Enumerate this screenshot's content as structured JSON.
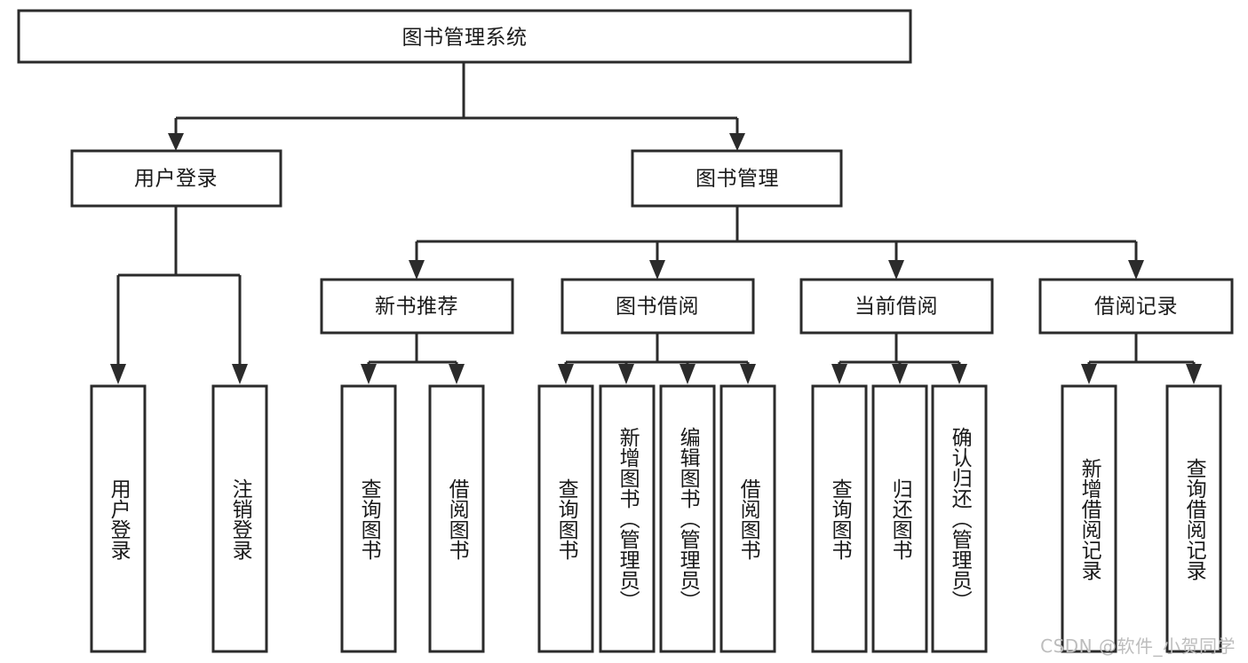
{
  "diagram": {
    "type": "tree-hierarchy",
    "title": "图书管理系统",
    "orientation": "top-down",
    "colors": {
      "box_stroke": "#2b2b2b",
      "box_fill": "#ffffff",
      "text": "#1a1a1a",
      "connector": "#2b2b2b",
      "watermark": "#bdbdbd",
      "background": "#ffffff"
    },
    "root": {
      "label": "图书管理系统",
      "children": [
        {
          "label": "用户登录",
          "children": [
            {
              "label": "用户登录"
            },
            {
              "label": "注销登录"
            }
          ]
        },
        {
          "label": "图书管理",
          "children": [
            {
              "label": "新书推荐",
              "children": [
                {
                  "label": "查询图书"
                },
                {
                  "label": "借阅图书"
                }
              ]
            },
            {
              "label": "图书借阅",
              "children": [
                {
                  "label": "查询图书"
                },
                {
                  "label": "新增图书（管理员）"
                },
                {
                  "label": "编辑图书（管理员）"
                },
                {
                  "label": "借阅图书"
                }
              ]
            },
            {
              "label": "当前借阅",
              "children": [
                {
                  "label": "查询图书"
                },
                {
                  "label": "归还图书"
                },
                {
                  "label": "确认归还（管理员）"
                }
              ]
            },
            {
              "label": "借阅记录",
              "children": [
                {
                  "label": "新增借阅记录"
                },
                {
                  "label": "查询借阅记录"
                }
              ]
            }
          ]
        }
      ]
    },
    "nodes": {
      "root": {
        "label": "图书管理系统"
      },
      "l2": [
        {
          "id": "user-login",
          "label": "用户登录"
        },
        {
          "id": "book-manage",
          "label": "图书管理"
        }
      ],
      "l3": [
        {
          "id": "new-book-rec",
          "label": "新书推荐"
        },
        {
          "id": "book-borrow",
          "label": "图书借阅"
        },
        {
          "id": "current-borrow",
          "label": "当前借阅"
        },
        {
          "id": "borrow-record",
          "label": "借阅记录"
        }
      ],
      "leaves": [
        {
          "id": "leaf-user-login",
          "label": "用户登录"
        },
        {
          "id": "leaf-logout",
          "label": "注销登录"
        },
        {
          "id": "leaf-query-book-1",
          "label": "查询图书"
        },
        {
          "id": "leaf-borrow-book-1",
          "label": "借阅图书"
        },
        {
          "id": "leaf-query-book-2",
          "label": "查询图书"
        },
        {
          "id": "leaf-add-book",
          "label": "新增图书（管理员）"
        },
        {
          "id": "leaf-edit-book",
          "label": "编辑图书（管理员）"
        },
        {
          "id": "leaf-borrow-book-2",
          "label": "借阅图书"
        },
        {
          "id": "leaf-query-book-3",
          "label": "查询图书"
        },
        {
          "id": "leaf-return-book",
          "label": "归还图书"
        },
        {
          "id": "leaf-confirm-return",
          "label": "确认归还（管理员）"
        },
        {
          "id": "leaf-add-record",
          "label": "新增借阅记录"
        },
        {
          "id": "leaf-query-record",
          "label": "查询借阅记录"
        }
      ]
    }
  },
  "watermark": {
    "text": "CSDN @软件_小贺同学"
  }
}
